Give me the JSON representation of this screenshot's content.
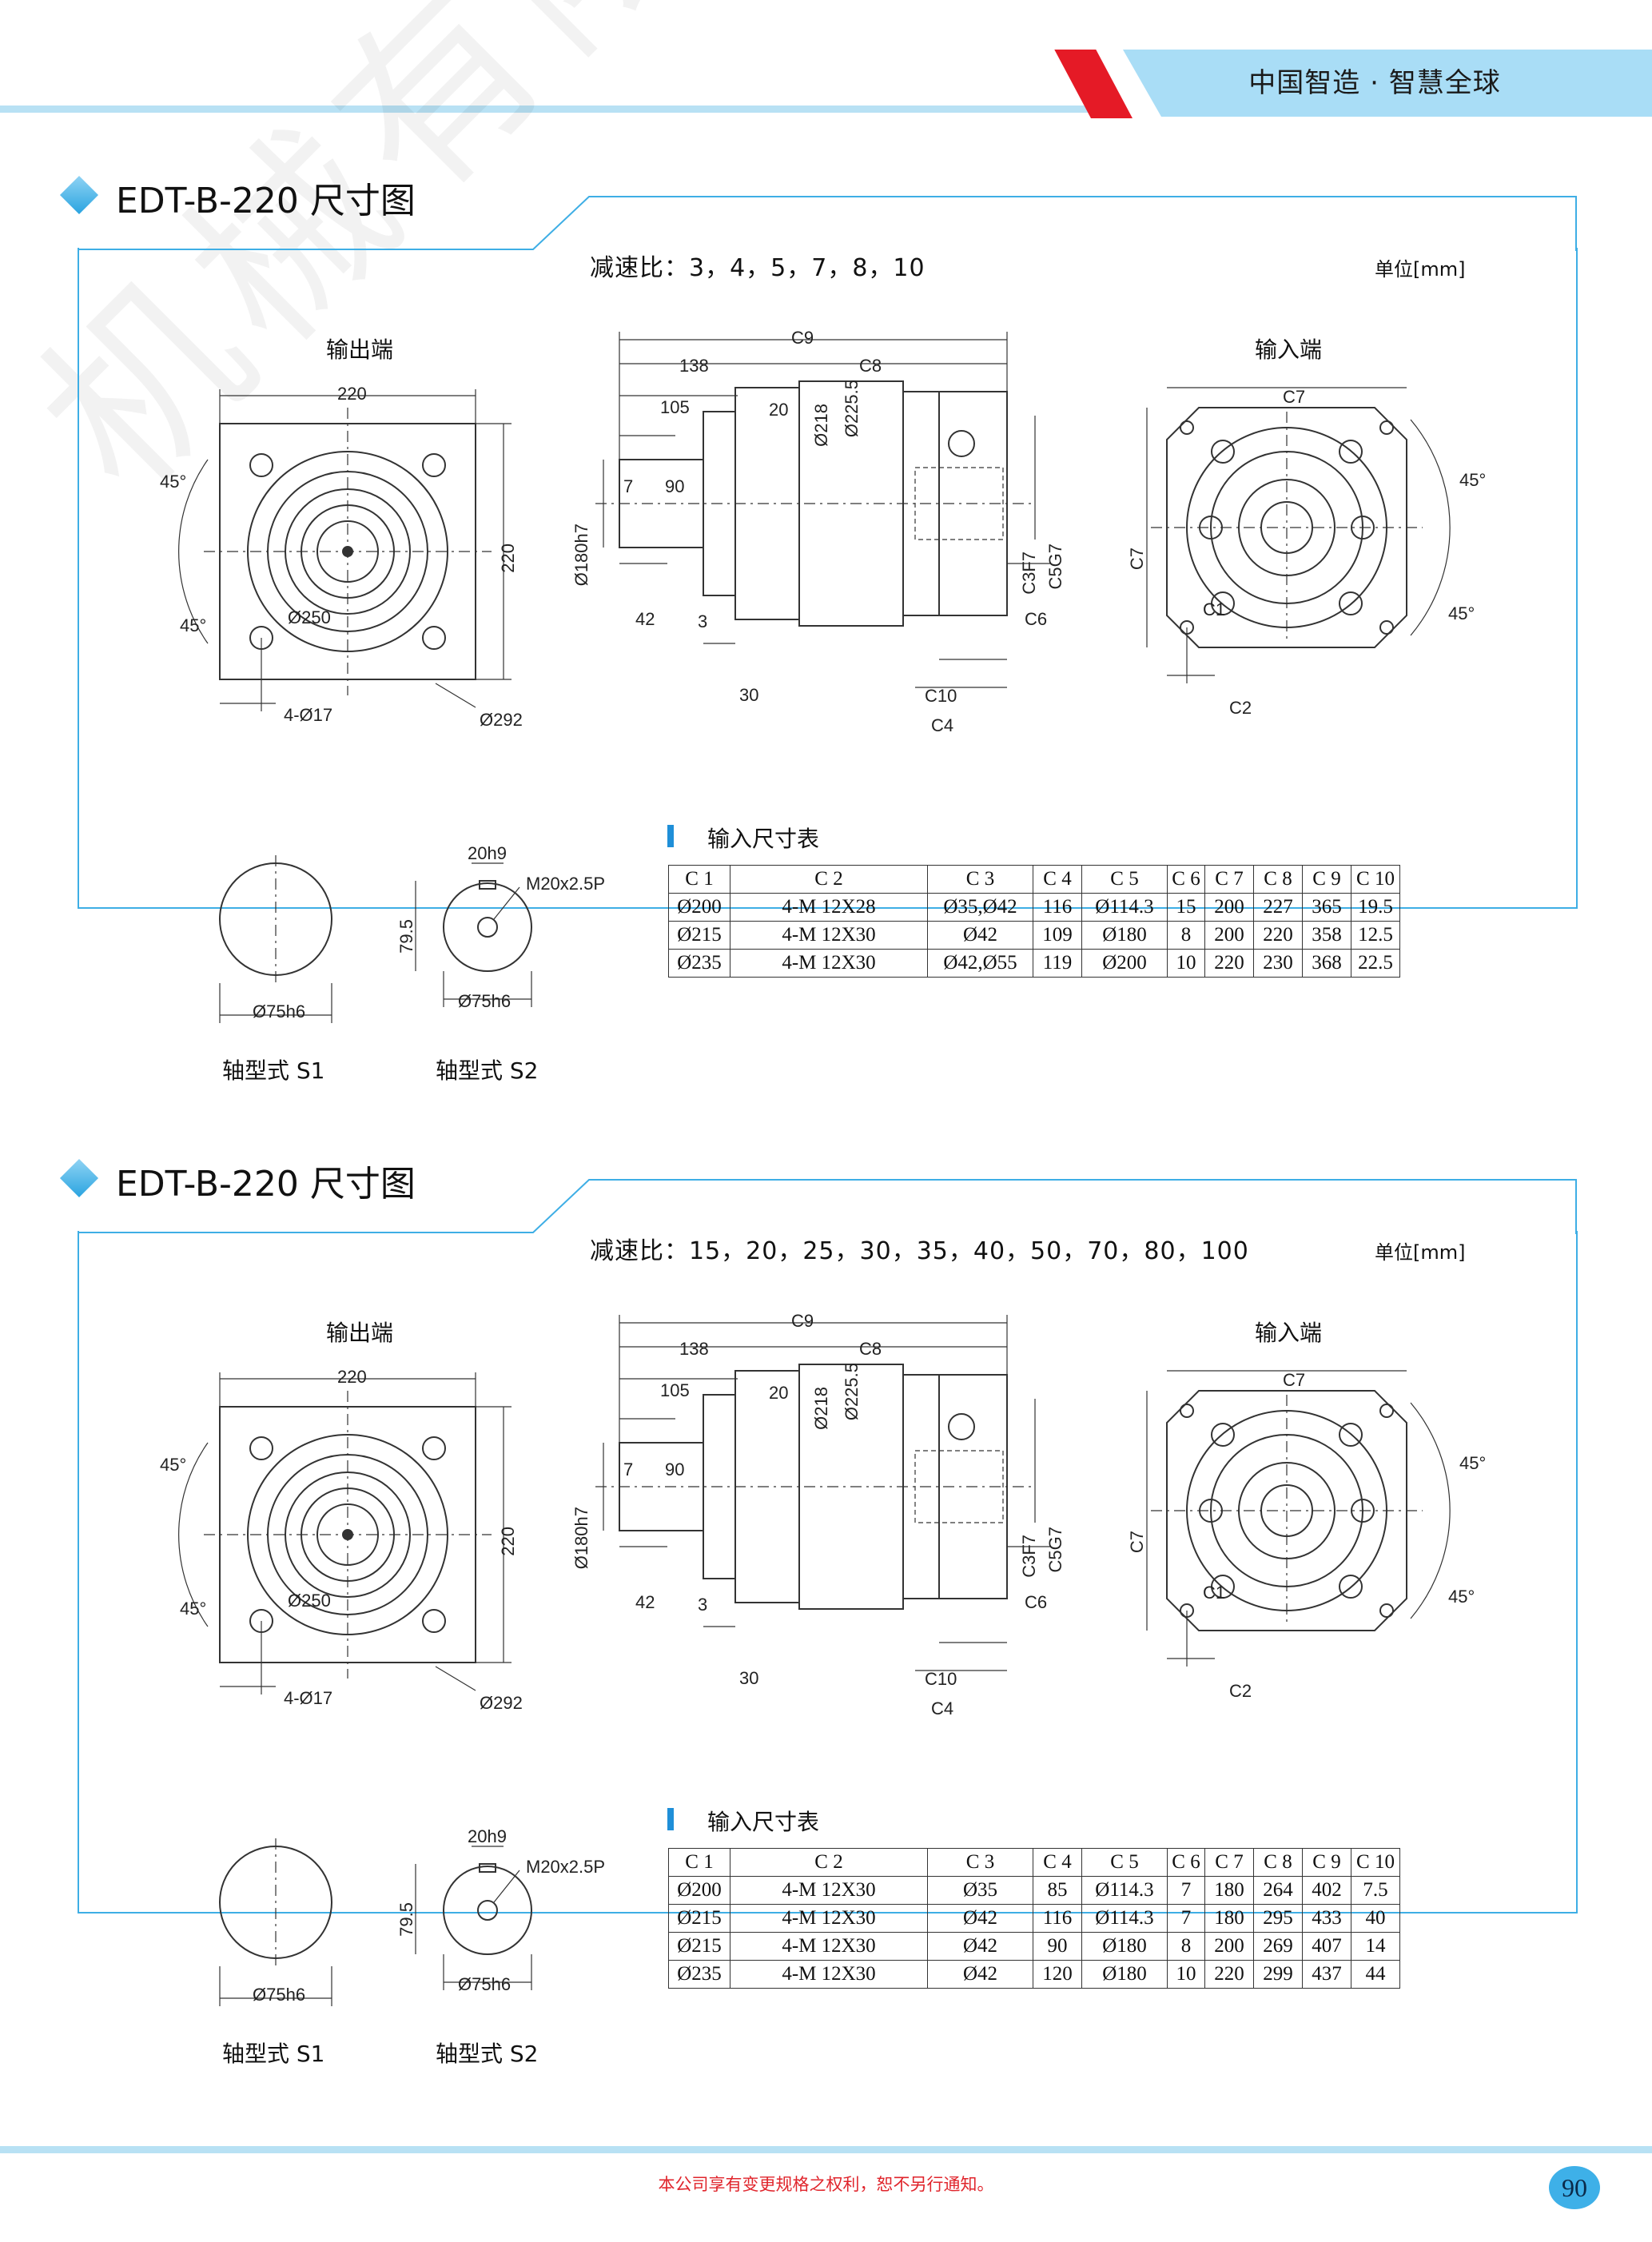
{
  "header": {
    "tagline": "中国智造 · 智慧全球"
  },
  "watermark": "机械有限公司",
  "sections": [
    {
      "title": "EDT-B-220  尺寸图",
      "ratio": "减速比：3，4，5，7，8，10",
      "unit": "单位[mm]",
      "output_label": "输出端",
      "input_label": "输入端",
      "output_dims": {
        "width": "220",
        "height": "220",
        "pcd": "Ø250",
        "holes": "4-Ø17",
        "diag": "Ø292",
        "angle1": "45°",
        "angle2": "45°"
      },
      "side_dims": {
        "c9": "C9",
        "c8": "C8",
        "d138": "138",
        "d105": "105",
        "d20": "20",
        "d218": "Ø218",
        "d2255": "Ø225.5",
        "d7": "7",
        "d90": "90",
        "d180": "Ø180h7",
        "d42": "42",
        "d3": "3",
        "d30": "30",
        "c3": "C3F7",
        "c5": "C5G7",
        "c6": "C6",
        "c10": "C10",
        "c4": "C4"
      },
      "input_dims": {
        "c7": "C7",
        "c7v": "C7",
        "c1": "C1",
        "c2": "C2",
        "angle1": "45°",
        "angle2": "45°"
      },
      "shaft": {
        "s1_label": "轴型式 S1",
        "s2_label": "轴型式 S2",
        "s1_dia": "Ø75h6",
        "s2_dia": "Ø75h6",
        "key": "20h9",
        "thread": "M20x2.5P",
        "height": "79.5"
      },
      "table_title": "输入尺寸表",
      "table": {
        "headers": [
          "C 1",
          "C 2",
          "C 3",
          "C 4",
          "C 5",
          "C 6",
          "C 7",
          "C 8",
          "C 9",
          "C 10"
        ],
        "rows": [
          [
            "Ø200",
            "4-M 12X28",
            "Ø35,Ø42",
            "116",
            "Ø114.3",
            "15",
            "200",
            "227",
            "365",
            "19.5"
          ],
          [
            "Ø215",
            "4-M 12X30",
            "Ø42",
            "109",
            "Ø180",
            "8",
            "200",
            "220",
            "358",
            "12.5"
          ],
          [
            "Ø235",
            "4-M 12X30",
            "Ø42,Ø55",
            "119",
            "Ø200",
            "10",
            "220",
            "230",
            "368",
            "22.5"
          ]
        ]
      }
    },
    {
      "title": "EDT-B-220  尺寸图",
      "ratio": "减速比：15，20，25，30，35，40，50，70，80，100",
      "unit": "单位[mm]",
      "output_label": "输出端",
      "input_label": "输入端",
      "output_dims": {
        "width": "220",
        "height": "220",
        "pcd": "Ø250",
        "holes": "4-Ø17",
        "diag": "Ø292",
        "angle1": "45°",
        "angle2": "45°"
      },
      "side_dims": {
        "c9": "C9",
        "c8": "C8",
        "d138": "138",
        "d105": "105",
        "d20": "20",
        "d218": "Ø218",
        "d2255": "Ø225.5",
        "d7": "7",
        "d90": "90",
        "d180": "Ø180h7",
        "d42": "42",
        "d3": "3",
        "d30": "30",
        "c3": "C3F7",
        "c5": "C5G7",
        "c6": "C6",
        "c10": "C10",
        "c4": "C4"
      },
      "input_dims": {
        "c7": "C7",
        "c7v": "C7",
        "c1": "C1",
        "c2": "C2",
        "angle1": "45°",
        "angle2": "45°"
      },
      "shaft": {
        "s1_label": "轴型式 S1",
        "s2_label": "轴型式 S2",
        "s1_dia": "Ø75h6",
        "s2_dia": "Ø75h6",
        "key": "20h9",
        "thread": "M20x2.5P",
        "height": "79.5"
      },
      "table_title": "输入尺寸表",
      "table": {
        "headers": [
          "C 1",
          "C 2",
          "C 3",
          "C 4",
          "C 5",
          "C 6",
          "C 7",
          "C 8",
          "C 9",
          "C 10"
        ],
        "rows": [
          [
            "Ø200",
            "4-M 12X30",
            "Ø35",
            "85",
            "Ø114.3",
            "7",
            "180",
            "264",
            "402",
            "7.5"
          ],
          [
            "Ø215",
            "4-M 12X30",
            "Ø42",
            "116",
            "Ø114.3",
            "7",
            "180",
            "295",
            "433",
            "40"
          ],
          [
            "Ø215",
            "4-M 12X30",
            "Ø42",
            "90",
            "Ø180",
            "8",
            "200",
            "269",
            "407",
            "14"
          ],
          [
            "Ø235",
            "4-M 12X30",
            "Ø42",
            "120",
            "Ø180",
            "10",
            "220",
            "299",
            "437",
            "44"
          ]
        ]
      }
    }
  ],
  "footer": {
    "notice": "本公司享有变更规格之权利，恕不另行通知。",
    "page": "90"
  },
  "colors": {
    "accent": "#3eaee5",
    "topbar": "#a9ddf6",
    "red": "#e51a26"
  }
}
